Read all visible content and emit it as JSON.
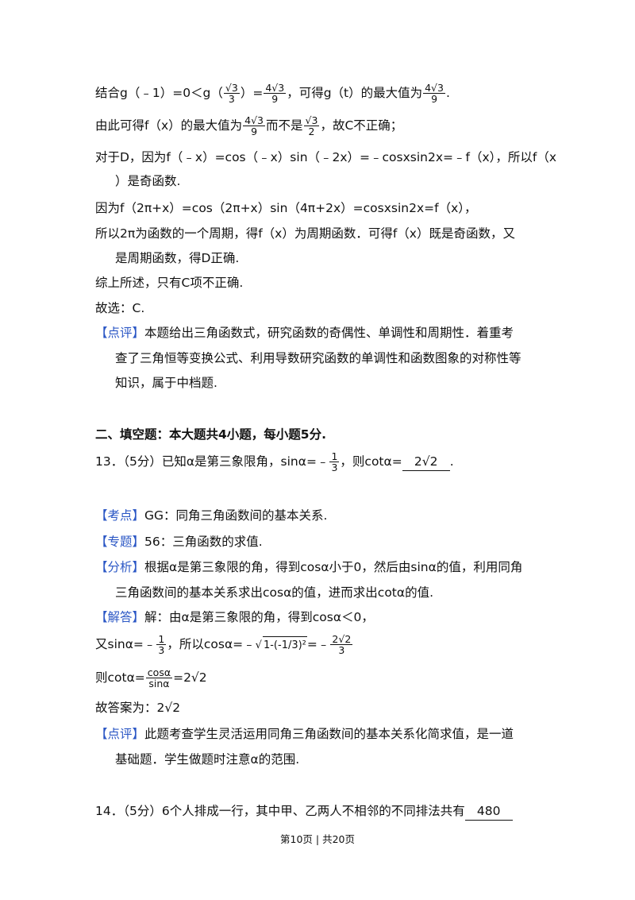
{
  "prev_solution": {
    "line1_a": "结合g（﹣1）=0＜g（",
    "frac_a_num": "√3",
    "frac_a_den": "3",
    "line1_b": "）=",
    "frac_b_num": "4√3",
    "frac_b_den": "9",
    "line1_c": "，可得g（t）的最大值为",
    "frac_c_num": "4√3",
    "frac_c_den": "9",
    "line1_d": ".",
    "line2_a": "由此可得f（x）的最大值为",
    "frac_d_num": "4√3",
    "frac_d_den": "9",
    "line2_b": "而不是",
    "frac_e_num": "√3",
    "frac_e_den": "2",
    "line2_c": "，故C不正确；",
    "line3": "对于D，因为f（﹣x）=cos（﹣x）sin（﹣2x）=﹣cosxsin2x=﹣f（x），所以f（x",
    "line4": "）是奇函数.",
    "line5": "因为f（2π+x）=cos（2π+x）sin（4π+2x）=cosxsin2x=f（x），",
    "line6": "所以2π为函数的一个周期，得f（x）为周期函数．可得f（x）既是奇函数，又",
    "line7": "是周期函数，得D正确.",
    "line8": "综上所述，只有C项不正确.",
    "line9": "故选：C.",
    "review_tag": "【点评】",
    "review_1": "本题给出三角函数式，研究函数的奇偶性、单调性和周期性．着重考",
    "review_2": "查了三角恒等变换公式、利用导数研究函数的单调性和函数图象的对称性等",
    "review_3": "知识，属于中档题."
  },
  "section_heading": "二、填空题：本大题共4小题，每小题5分.",
  "q13": {
    "prefix": "13．（5分）已知α是第三象限角，sinα=﹣",
    "frac_num": "1",
    "frac_den": "3",
    "mid": "，则cotα=",
    "answer": "2√2",
    "end": ".",
    "kaodian_tag": "【考点】",
    "kaodian": "GG：同角三角函数间的基本关系.",
    "zhuanti_tag": "【专题】",
    "zhuanti": "56：三角函数的求值.",
    "fenxi_tag": "【分析】",
    "fenxi_1": "根据α是第三象限的角，得到cosα小于0，然后由sinα的值，利用同角",
    "fenxi_2": "三角函数间的基本关系求出cosα的值，进而求出cotα的值.",
    "jieda_tag": "【解答】",
    "jieda_1": "解：由α是第三象限的角，得到cosα＜0，",
    "jieda_2a": "又sinα=﹣",
    "jieda_2_frac_num": "1",
    "jieda_2_frac_den": "3",
    "jieda_2b": "，所以cosα=﹣",
    "jieda_2_sqrt": "1-(-1/3)²",
    "jieda_2c": "=﹣",
    "jieda_2_res_num": "2√2",
    "jieda_2_res_den": "3",
    "jieda_3a": "则cotα=",
    "jieda_3_num": "cosα",
    "jieda_3_den": "sinα",
    "jieda_3b": "=2√2",
    "jieda_4": "故答案为：2√2",
    "dianping_tag": "【点评】",
    "dianping_1": "此题考查学生灵活运用同角三角函数间的基本关系化简求值，是一道",
    "dianping_2": "基础题．学生做题时注意α的范围."
  },
  "q14": {
    "text": "14．（5分）6个人排成一行，其中甲、乙两人不相邻的不同排法共有",
    "answer": "480"
  },
  "footer": "第10页 | 共20页"
}
